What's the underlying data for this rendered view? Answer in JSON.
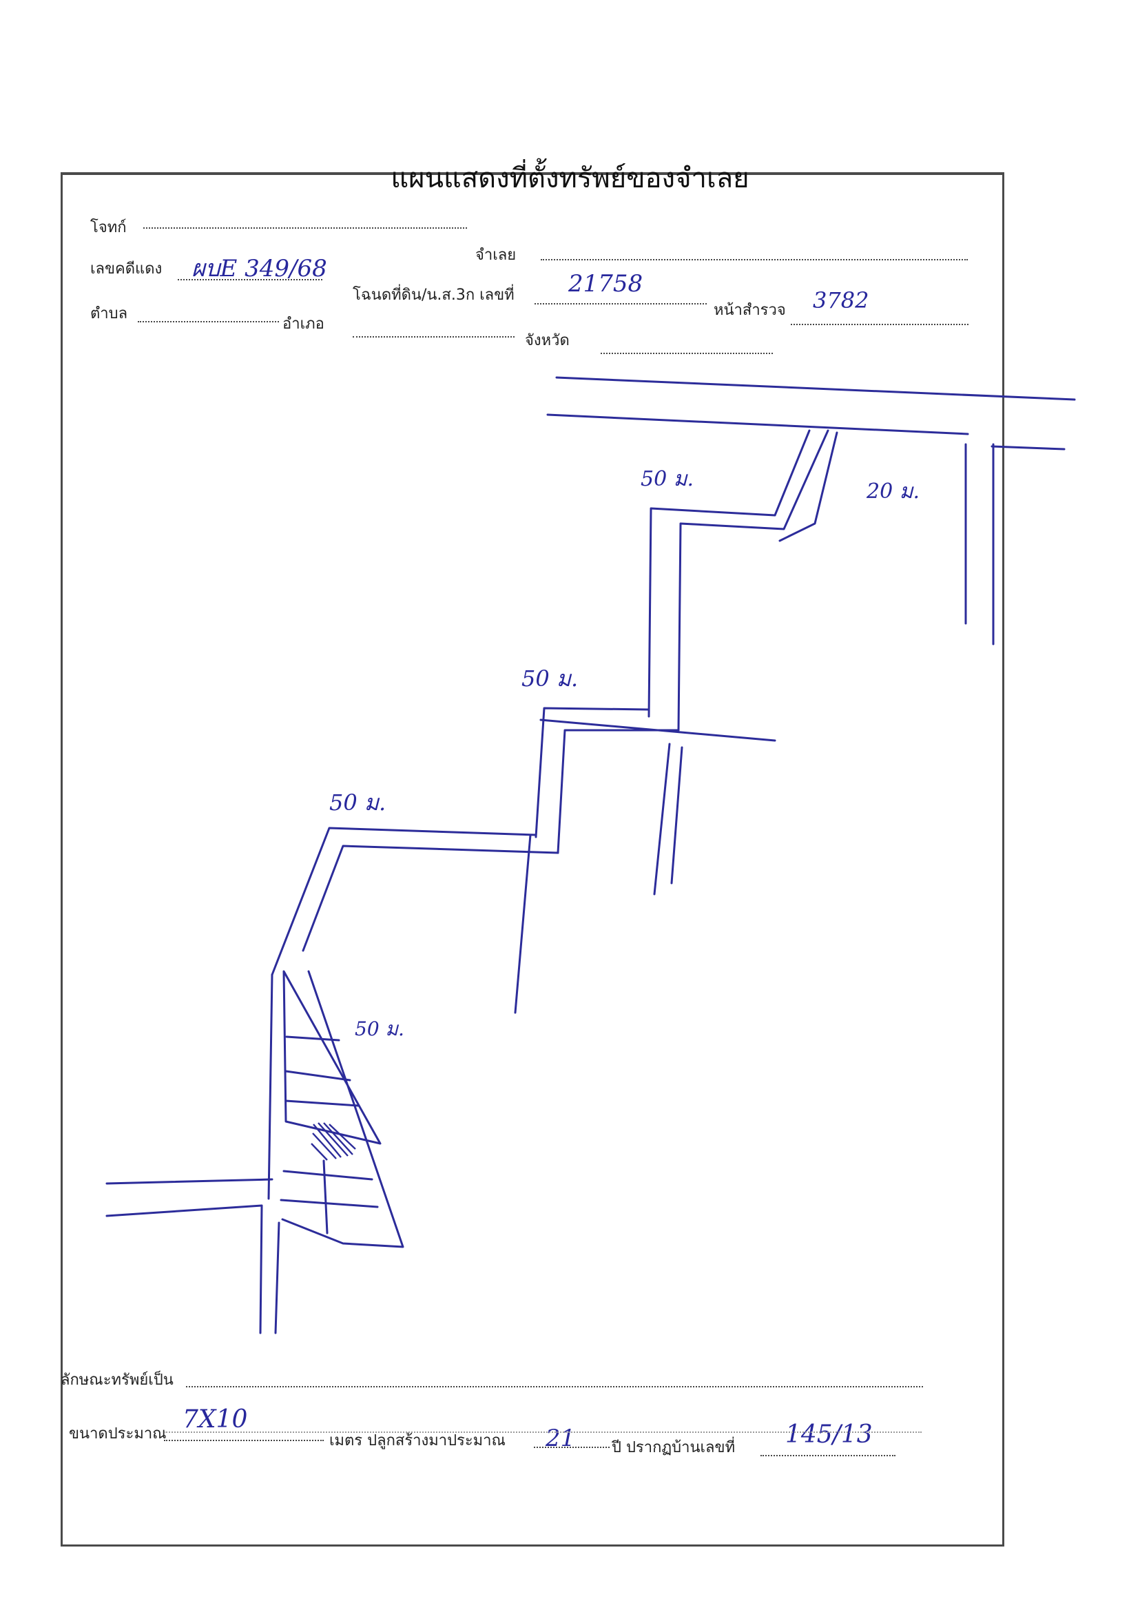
{
  "document": {
    "title": "แผนแสดงที่ตั้งทรัพย์ของจำเลย",
    "header_fields": {
      "plaintiff_label": "โจทก์",
      "plaintiff_value": "",
      "defendant_label": "จำเลย",
      "defendant_value": "",
      "case_no_label": "เลขคดีแดง",
      "case_no_value": "ผบE 349/68",
      "deed_label": "โฉนดที่ดิน/น.ส.3ก เลขที่",
      "deed_value": "21758",
      "survey_page_label": "หน้าสำรวจ",
      "survey_page_value": "3782",
      "subdistrict_label": "ตำบล",
      "subdistrict_value": "",
      "district_label": "อำเภอ",
      "district_value": "",
      "province_label": "จังหวัด",
      "province_value": ""
    },
    "footer_fields": {
      "property_type_label": "ลักษณะทรัพย์เป็น",
      "property_type_value": "",
      "size_label": "ขนาดประมาณ",
      "size_value": "7X10",
      "meter_built_label": "เมตร ปลูกสร้างมาประมาณ",
      "years_value": "21",
      "year_house_no_label": "ปี ปรากฏบ้านเลขที่",
      "house_no_value": "145/13"
    },
    "sketch_labels": {
      "dist_top": "50 ม.",
      "dist_right": "20 ม.",
      "dist_middle": "50 ม.",
      "dist_left": "50 ม.",
      "dist_wedge": "50 ม.",
      "road_left": "",
      "road_right": "",
      "road_main": "",
      "side_road": "",
      "village_note_1": "",
      "village_note_2": ""
    }
  }
}
